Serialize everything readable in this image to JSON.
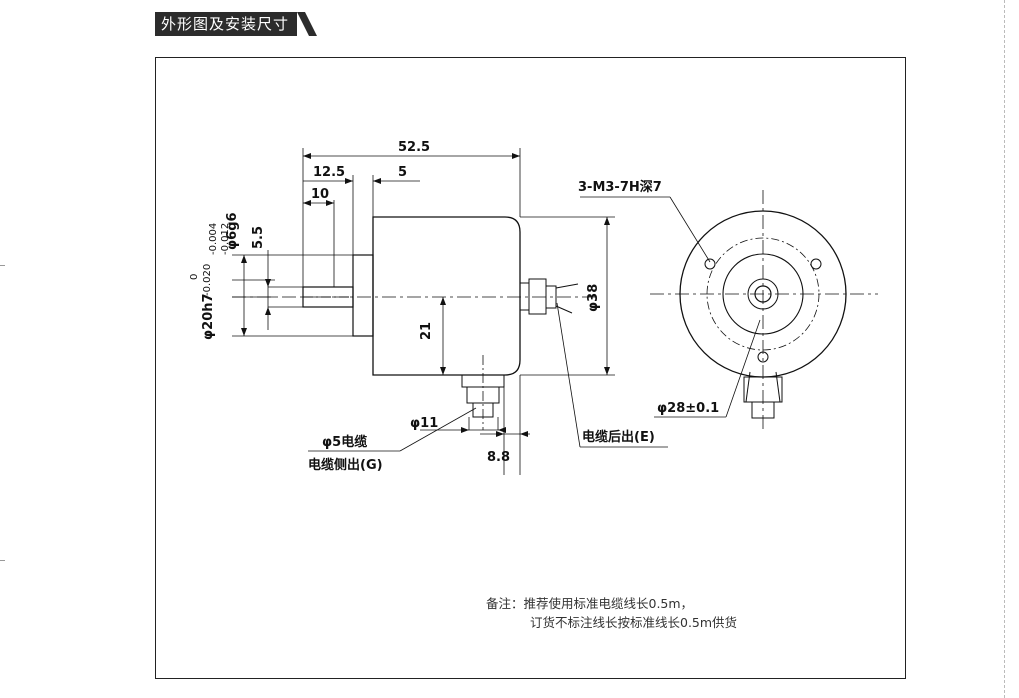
{
  "header": {
    "title": "外形图及安装尺寸"
  },
  "dims": {
    "overall_length": "52.5",
    "length_12_5": "12.5",
    "length_5": "5",
    "length_10": "10",
    "shaft_dia": "φ6g6",
    "shaft_tol": "(-0.004 / -0.012)",
    "shaft_tol_upper": "-0.004",
    "shaft_tol_lower": "-0.012",
    "dim_5_5": "5.5",
    "spigot_dia": "φ20h7",
    "spigot_tol_upper": "0",
    "spigot_tol_lower": "-0.020",
    "height_21": "21",
    "body_dia": "φ38",
    "cable_dia_11": "φ11",
    "dim_8_8": "8.8",
    "mount_holes": "3-M3-7H深7",
    "pcd": "φ28±0.1"
  },
  "labels": {
    "cable_5": "φ5电缆",
    "cable_side": "电缆侧出(G)",
    "cable_rear": "电缆后出(E)"
  },
  "note": {
    "line1": "备注：推荐使用标准电缆线长0.5m，",
    "line2": "订货不标注线长按标准线长0.5m供货"
  }
}
